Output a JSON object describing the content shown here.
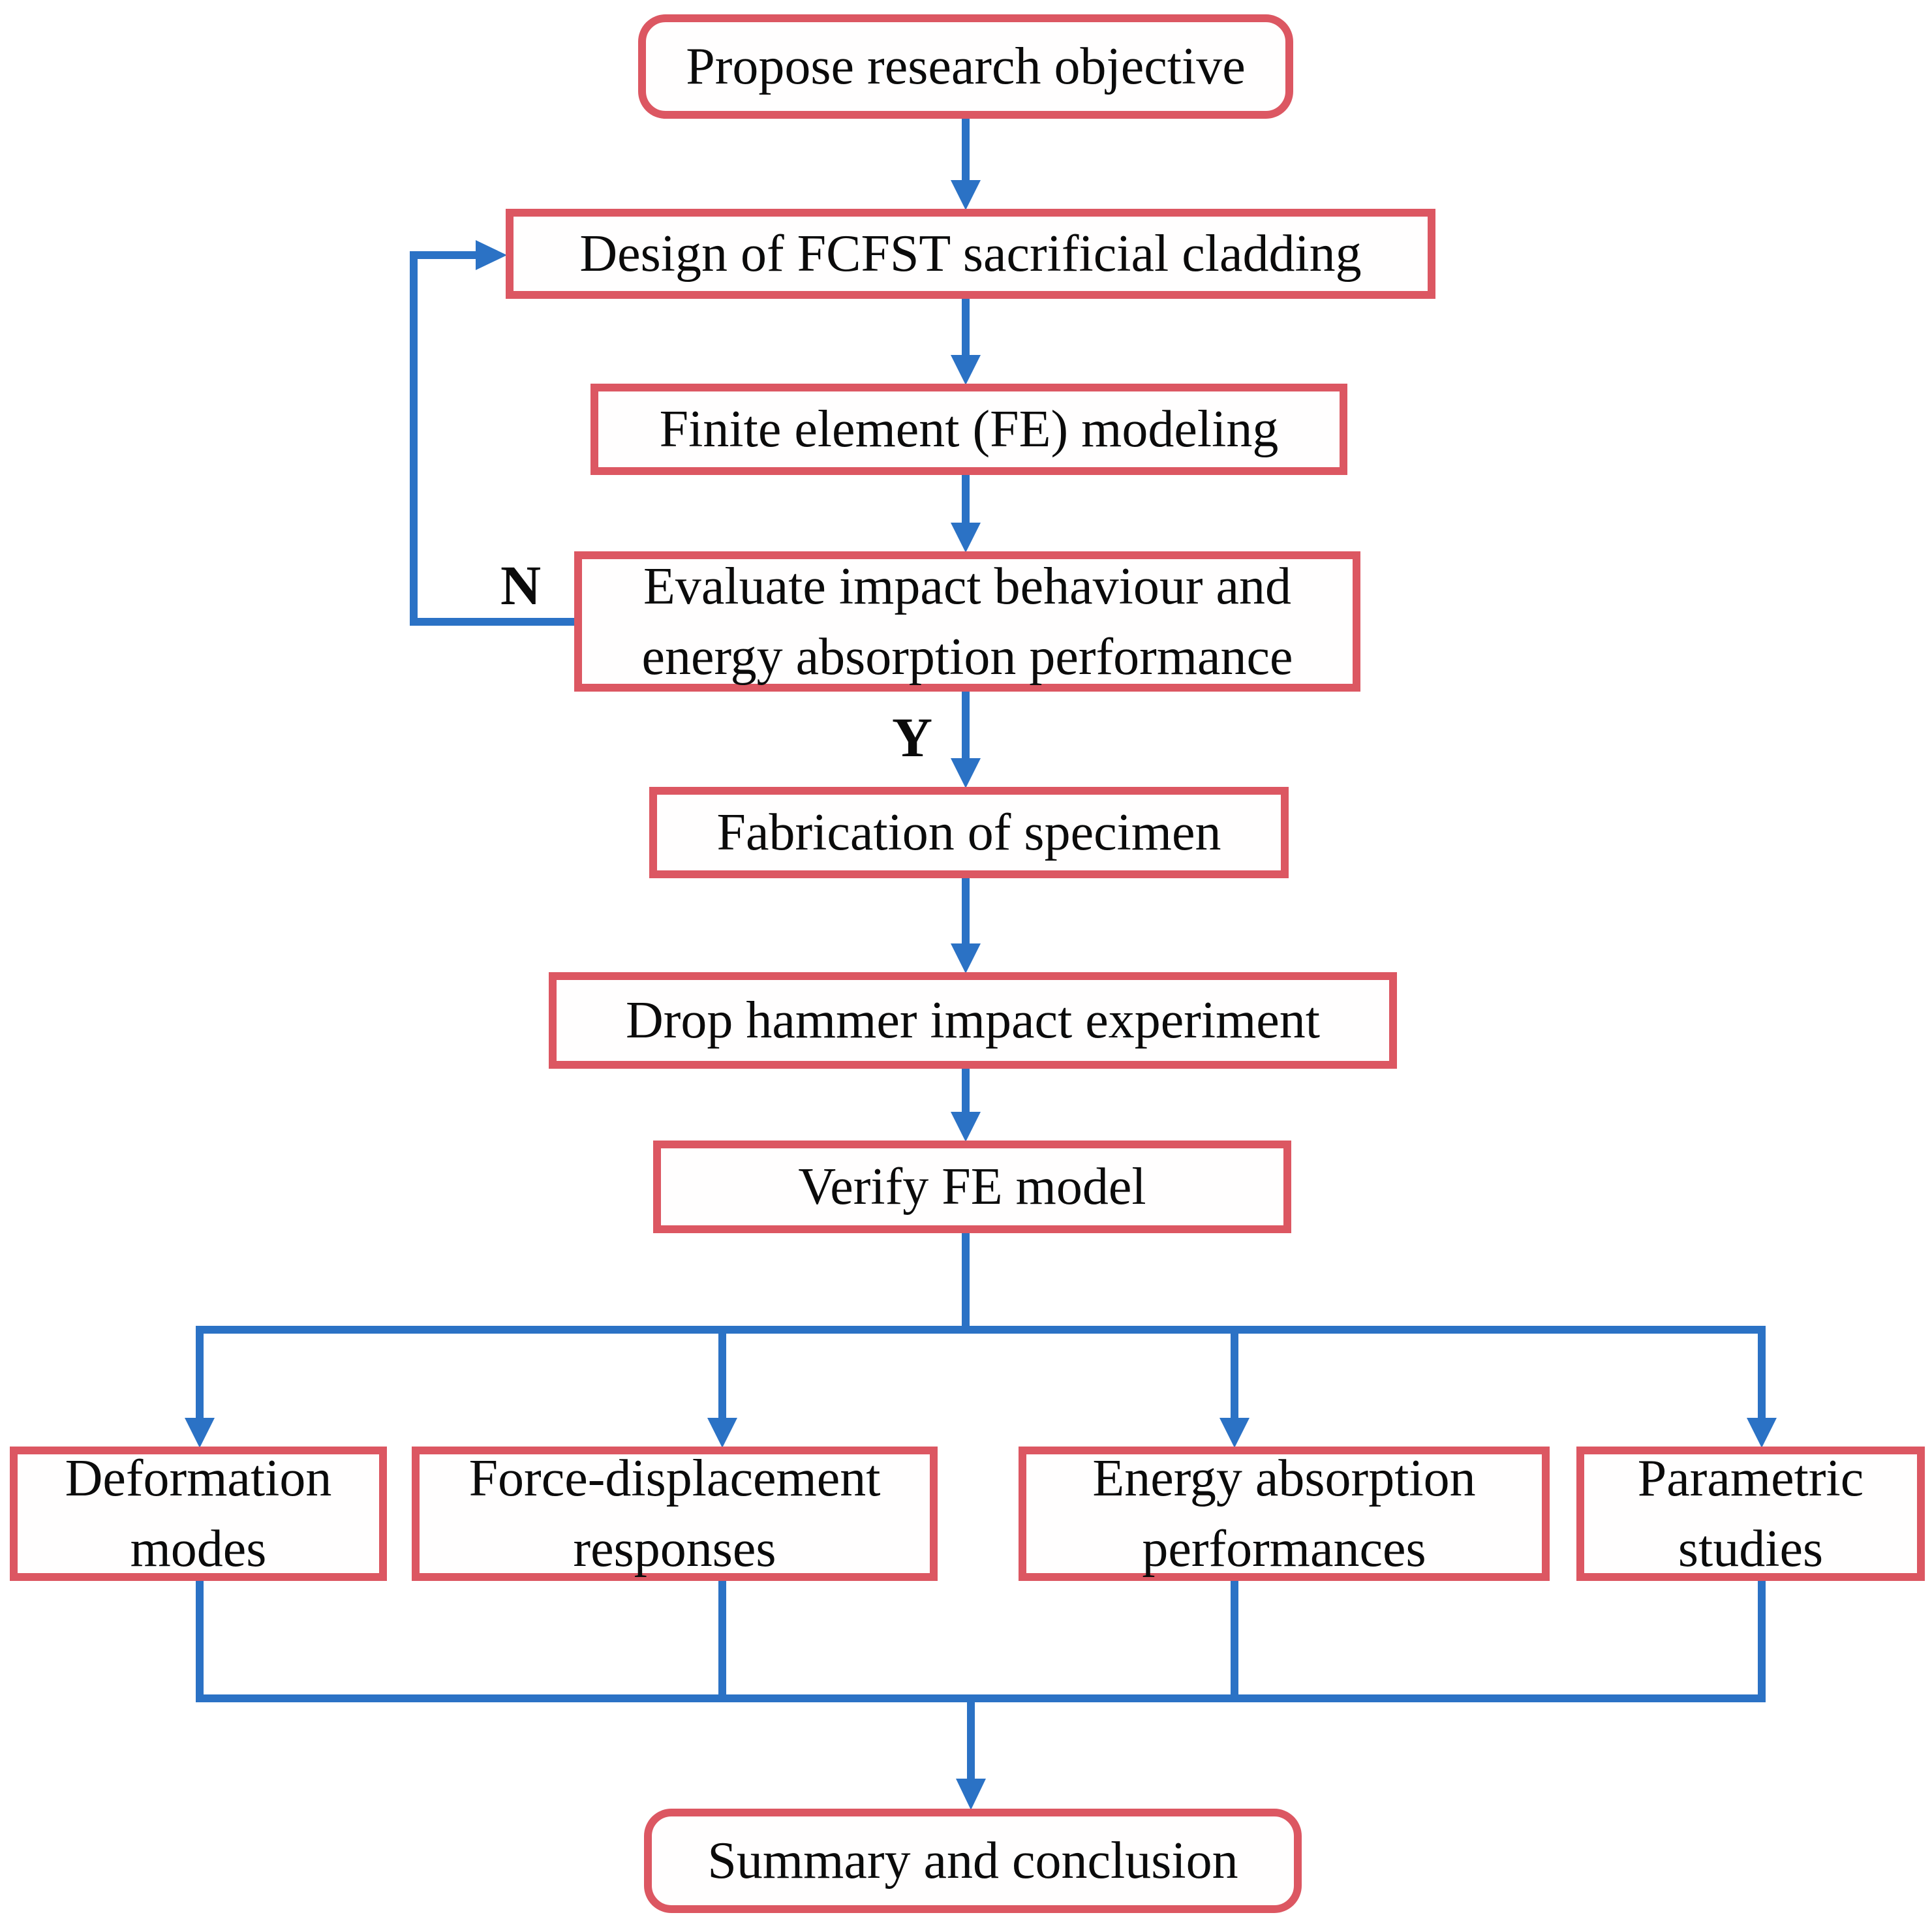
{
  "colors": {
    "box_border": "#dc5762",
    "arrow": "#2b72c5",
    "text": "#0b0b0b",
    "background": "#ffffff"
  },
  "flowchart": {
    "nodes": [
      {
        "id": "propose",
        "label": "Propose research objective",
        "shape": "rounded"
      },
      {
        "id": "design",
        "label": "Design of FCFST sacrificial cladding",
        "shape": "rect"
      },
      {
        "id": "fe_modeling",
        "label": "Finite element (FE) modeling",
        "shape": "rect"
      },
      {
        "id": "evaluate",
        "label": "Evaluate impact behaviour and energy absorption performance",
        "shape": "rect"
      },
      {
        "id": "fabrication",
        "label": "Fabrication of specimen",
        "shape": "rect"
      },
      {
        "id": "drop_hammer",
        "label": "Drop hammer impact experiment",
        "shape": "rect"
      },
      {
        "id": "verify",
        "label": "Verify FE model",
        "shape": "rect"
      },
      {
        "id": "deformation",
        "label": "Deformation modes",
        "shape": "rect"
      },
      {
        "id": "force_disp",
        "label": "Force-displacement responses",
        "shape": "rect"
      },
      {
        "id": "energy",
        "label": "Energy absorption performances",
        "shape": "rect"
      },
      {
        "id": "parametric",
        "label": "Parametric studies",
        "shape": "rect"
      },
      {
        "id": "summary",
        "label": "Summary and conclusion",
        "shape": "rounded"
      }
    ],
    "decision_labels": {
      "no": "N",
      "yes": "Y"
    },
    "edges": [
      {
        "from": "propose",
        "to": "design"
      },
      {
        "from": "design",
        "to": "fe_modeling"
      },
      {
        "from": "fe_modeling",
        "to": "evaluate"
      },
      {
        "from": "evaluate",
        "to": "design",
        "label": "N"
      },
      {
        "from": "evaluate",
        "to": "fabrication",
        "label": "Y"
      },
      {
        "from": "fabrication",
        "to": "drop_hammer"
      },
      {
        "from": "drop_hammer",
        "to": "verify"
      },
      {
        "from": "verify",
        "to": "deformation"
      },
      {
        "from": "verify",
        "to": "force_disp"
      },
      {
        "from": "verify",
        "to": "energy"
      },
      {
        "from": "verify",
        "to": "parametric"
      },
      {
        "from": "deformation",
        "to": "summary"
      },
      {
        "from": "force_disp",
        "to": "summary"
      },
      {
        "from": "energy",
        "to": "summary"
      },
      {
        "from": "parametric",
        "to": "summary"
      }
    ]
  }
}
